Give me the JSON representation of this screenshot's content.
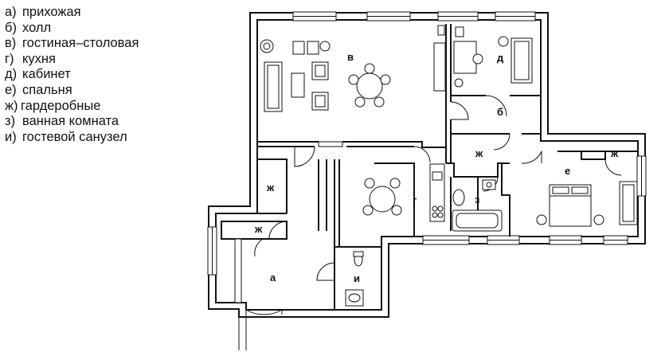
{
  "legend": [
    {
      "key": "а)",
      "text": "прихожая"
    },
    {
      "key": "б)",
      "text": "холл"
    },
    {
      "key": "в)",
      "text": "гостиная–столовая"
    },
    {
      "key": "г)",
      "text": "кухня"
    },
    {
      "key": "д)",
      "text": "кабинет"
    },
    {
      "key": "е)",
      "text": "спальня"
    },
    {
      "key": "ж)",
      "text": "гардеробные"
    },
    {
      "key": "з)",
      "text": "ванная комната"
    },
    {
      "key": "и)",
      "text": "гостевой санузел"
    }
  ],
  "plan_labels": {
    "a": "а",
    "b": "б",
    "v": "в",
    "g": "г",
    "d": "д",
    "e": "е",
    "zh1": "ж",
    "zh2": "ж",
    "zh3": "ж",
    "zh4": "ж",
    "z": "з",
    "i": "и"
  }
}
